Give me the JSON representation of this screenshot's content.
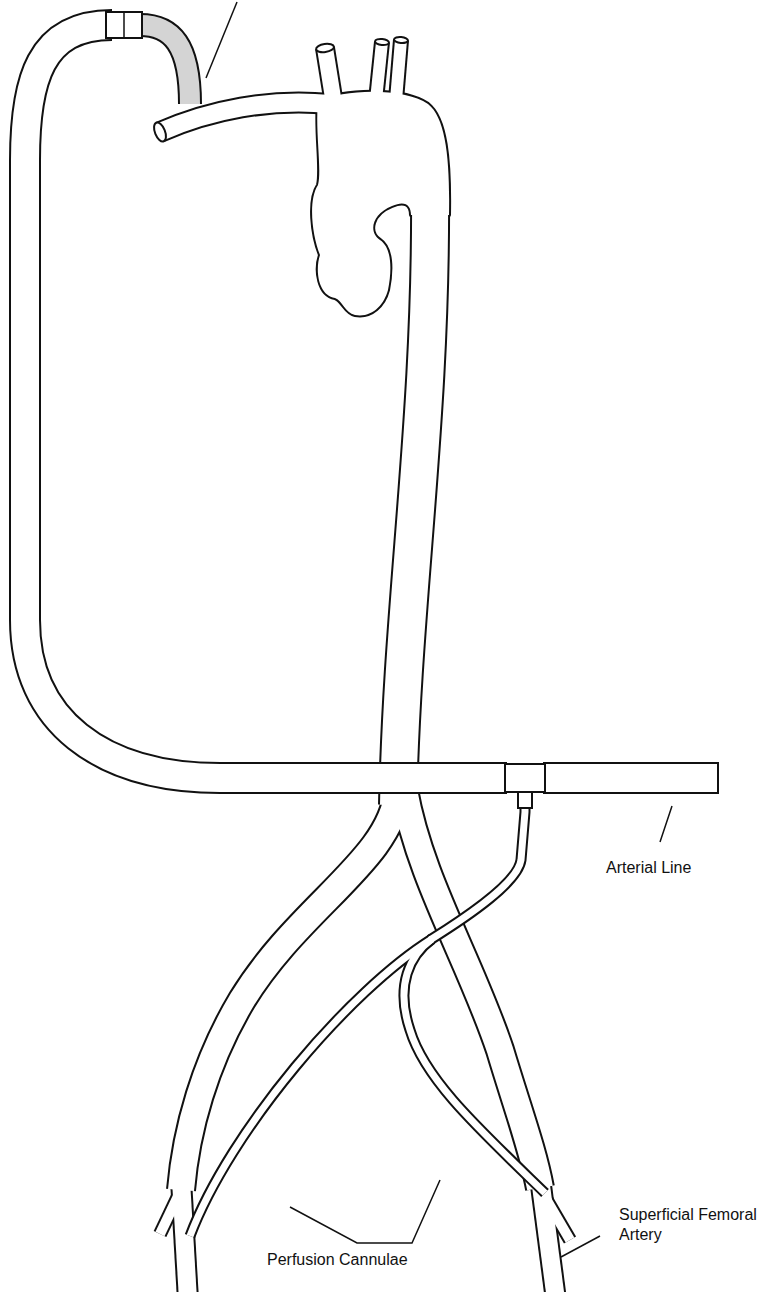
{
  "diagram": {
    "labels": [
      "Arterial Line",
      "Superficial Femoral Artery",
      "Perfusion Cannulae"
    ]
  }
}
